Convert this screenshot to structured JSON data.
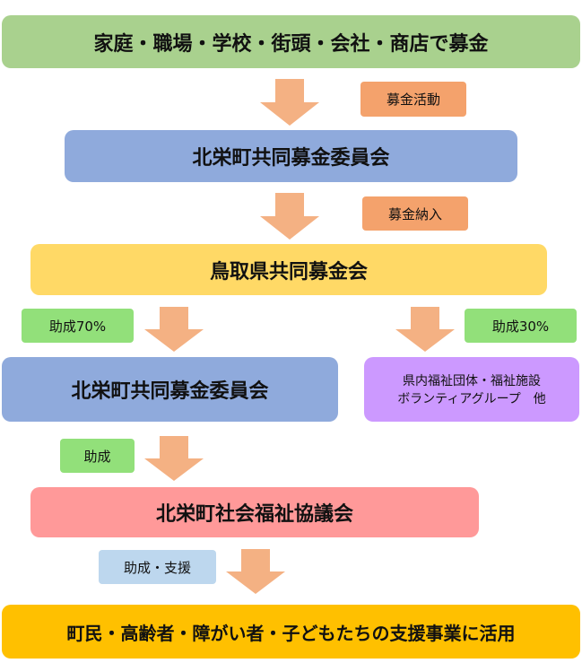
{
  "colors": {
    "green_box": "#A9D18E",
    "blue_box": "#8FAADC",
    "yellow_box": "#FFD966",
    "purple_box": "#CC99FF",
    "pink_box": "#FF9999",
    "orange_box": "#FFC000",
    "orange_tag": "#F4A26C",
    "green_tag": "#92E07A",
    "lightblue_tag": "#BDD7EE",
    "arrow": "#F4B183"
  },
  "boxes": {
    "fundraising_sources": "家庭・職場・学校・街頭・会社・商店で募金",
    "committee_top": "北栄町共同募金委員会",
    "tottori_association": "鳥取県共同募金会",
    "committee_bottom": "北栄町共同募金委員会",
    "prefectural_groups_line1": "県内福祉団体・福祉施設",
    "prefectural_groups_line2": "ボランティアグループ　他",
    "social_welfare_council": "北栄町社会福祉協議会",
    "final_use": "町民・高齢者・障がい者・子どもたちの支援事業に活用"
  },
  "tags": {
    "fundraising_activity": "募金活動",
    "fund_payment": "募金納入",
    "grant_70": "助成70%",
    "grant_30": "助成30%",
    "grant": "助成",
    "grant_support": "助成・支援"
  },
  "icons": {
    "flow_arrow": "down-arrow-icon"
  }
}
